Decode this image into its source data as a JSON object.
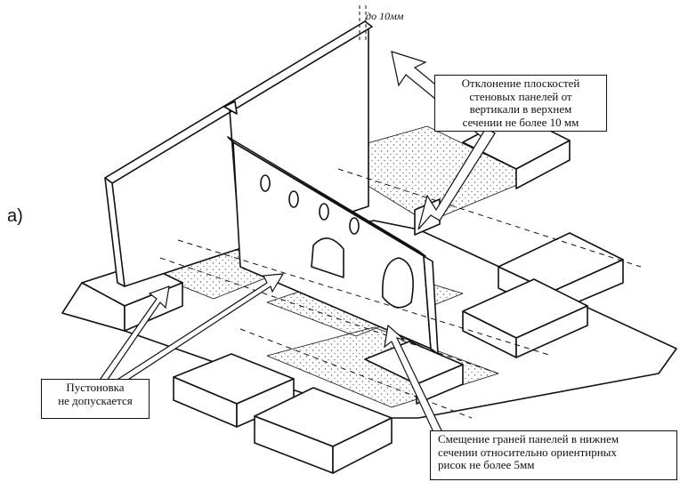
{
  "figure": {
    "letter": "а)",
    "dimension_note": "до 10мм"
  },
  "callouts": {
    "top": "Отклонение плоскостей\nстеновых панелей от\nвертикали в верхнем\nсечении не более 10 мм",
    "left": "Пустоновка\nне допускается",
    "bottom": "Смещение граней панелей в нижнем\nсечении относительно ориентирных\nрисок не более 5мм"
  },
  "colors": {
    "ink": "#111111",
    "paper": "#ffffff",
    "stipple": "#555555"
  }
}
